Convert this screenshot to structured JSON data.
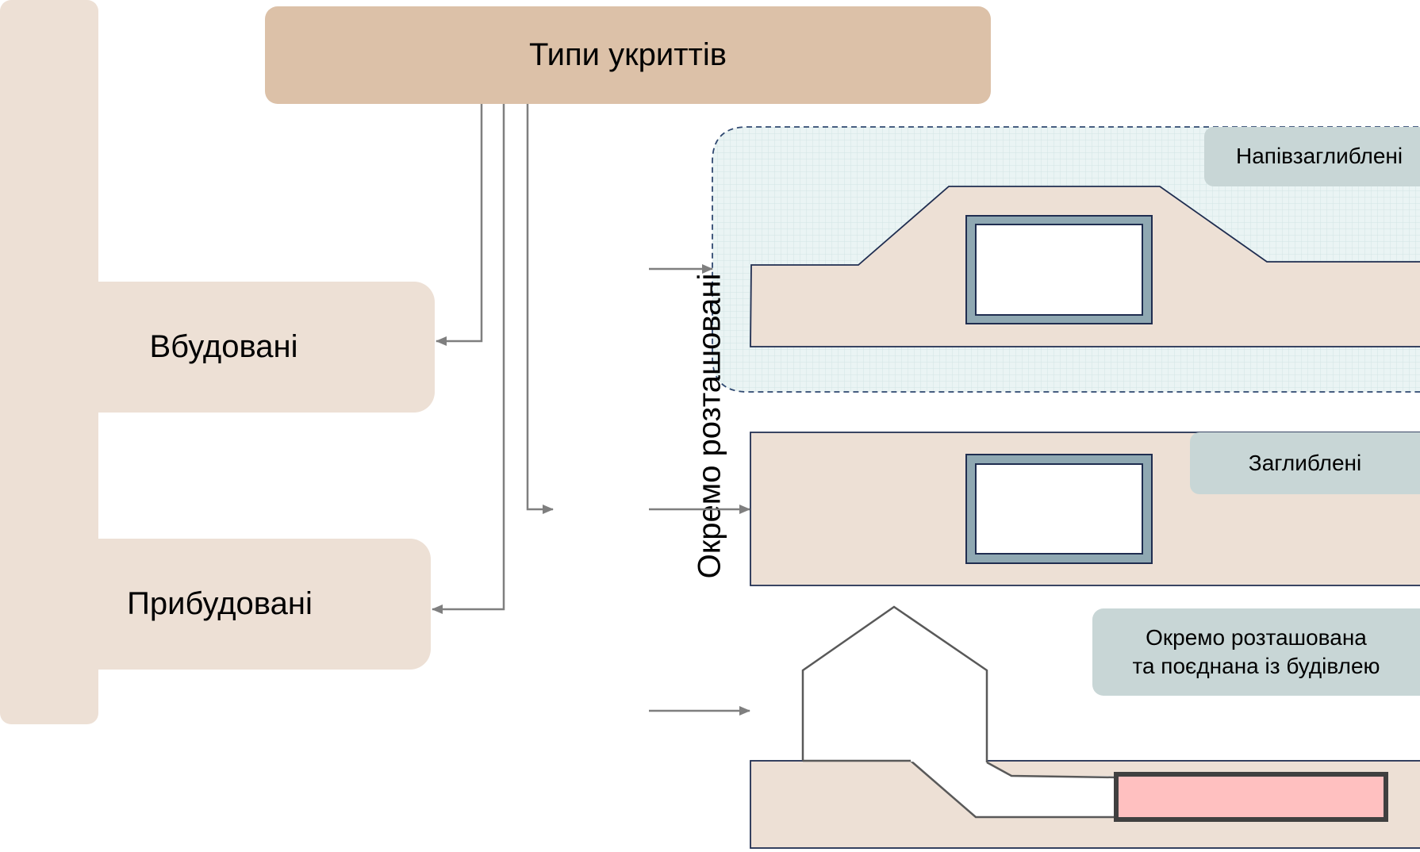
{
  "title": "Типи укриттів",
  "categories": {
    "built_in": "Вбудовані",
    "attached": "Прибудовані",
    "detached": "Окремо розташовані"
  },
  "subtypes": {
    "semi_buried": "Напівзаглиблені",
    "buried": "Заглиблені",
    "detached_combined_line1": "Окремо розташована",
    "detached_combined_line2": "та поєднана із будівлею"
  },
  "colors": {
    "title_fill": "#dcc1a8",
    "box_fill": "#ede0d5",
    "tag_fill": "#c8d6d6",
    "connector": "#7f7f7f",
    "room_frame": "#8fa8b2",
    "shelter_fill": "#ffc0c0"
  }
}
